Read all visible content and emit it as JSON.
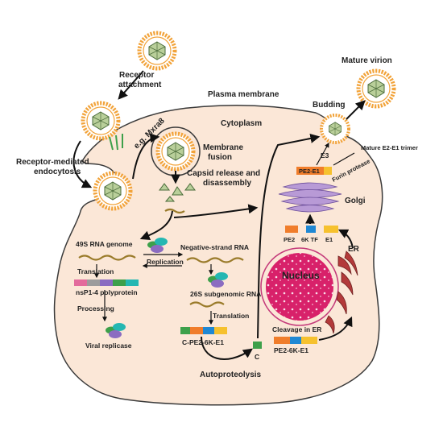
{
  "labels": {
    "receptor_attachment_1": "Receptor",
    "receptor_attachment_2": "attachment",
    "mature_virion": "Mature virion",
    "plasma_membrane": "Plasma membrane",
    "budding": "Budding",
    "cytoplasm": "Cytoplasm",
    "eg_mxra8": "e.g. Mxra8",
    "receptor_endocytosis_1": "Receptor-mediated",
    "receptor_endocytosis_2": "endocytosis",
    "membrane_fusion_1": "Membrane",
    "membrane_fusion_2": "fusion",
    "capsid_release_1": "Capsid release and",
    "capsid_release_2": "disassembly",
    "e3": "E3",
    "mature_trimer": "Mature E2-E1 trimer",
    "pe2_e1": "PE2-E1",
    "furin_protease": "Furin protease",
    "golgi": "Golgi",
    "rna_49s": "49S RNA genome",
    "negative_strand": "Negative-strand RNA",
    "replication": "Replication",
    "translation_1": "Translation",
    "nsp_polyprotein": "nsP1-4 polyprotein",
    "rna_26s": "26S subgenomic RNA",
    "translation_2": "Translation",
    "processing": "Processing",
    "viral_replicase": "Viral replicase",
    "c_pe2_6k_e1": "C-PE2-6K-E1",
    "c": "C",
    "cleavage_er": "Cleavage in ER",
    "pe2_6k_e1": "PE2-6K-E1",
    "autoproteolysis": "Autoproteolysis",
    "pe2": "PE2",
    "k6_tf": "6K TF",
    "e1": "E1",
    "er": "ER",
    "nucleus": "Nucleus"
  },
  "colors": {
    "cell_fill": "#fbe7d7",
    "cell_stroke": "#3a3a3a",
    "virion_envelope": "#f2a33a",
    "virion_inner": "#ffffff",
    "capsid": "#b9cf9a",
    "capsid_stroke": "#4a6b3a",
    "rna": "#9a7b2a",
    "nucleus": "#d8216a",
    "er": "#b33a3a",
    "golgi": "#b89ad6",
    "protein_orange": "#f07d2b",
    "protein_blue": "#1f88d4",
    "protein_yellow": "#f6c12e",
    "protein_green": "#3da04a",
    "protein_pink": "#e36b9c",
    "protein_teal": "#24b7b2",
    "protein_purple": "#8b6cc1",
    "protein_grey": "#9c9c9c"
  }
}
